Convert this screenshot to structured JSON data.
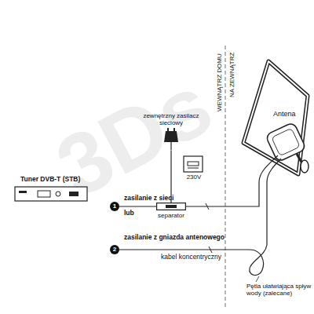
{
  "diagram": {
    "nodes": [
      {
        "text": [
          "Tuner DVB-T (STB)"
        ]
      },
      {
        "text": [
          "separator"
        ]
      },
      {
        "text": [
          "zewnętrzny zasilacz sieciowy"
        ]
      },
      {
        "text": [
          "230V"
        ]
      },
      {
        "text": [
          "Antena"
        ]
      }
    ],
    "edges": [
      {
        "from": 2,
        "to": 1,
        "arrow": "none"
      },
      {
        "from": 1,
        "to": 4,
        "arrow": "none"
      }
    ],
    "labels": [
      "3Ds",
      "WEWNĄTRZ DOMU",
      "NA ZEWNĄTRZ",
      "1",
      "zasilanie z sieci",
      "lub",
      "zasilanie z gniazda antenowego",
      "2",
      "kabel koncentryczny",
      "Pętla ułatwiająca spływ wody (zalecane)"
    ]
  }
}
